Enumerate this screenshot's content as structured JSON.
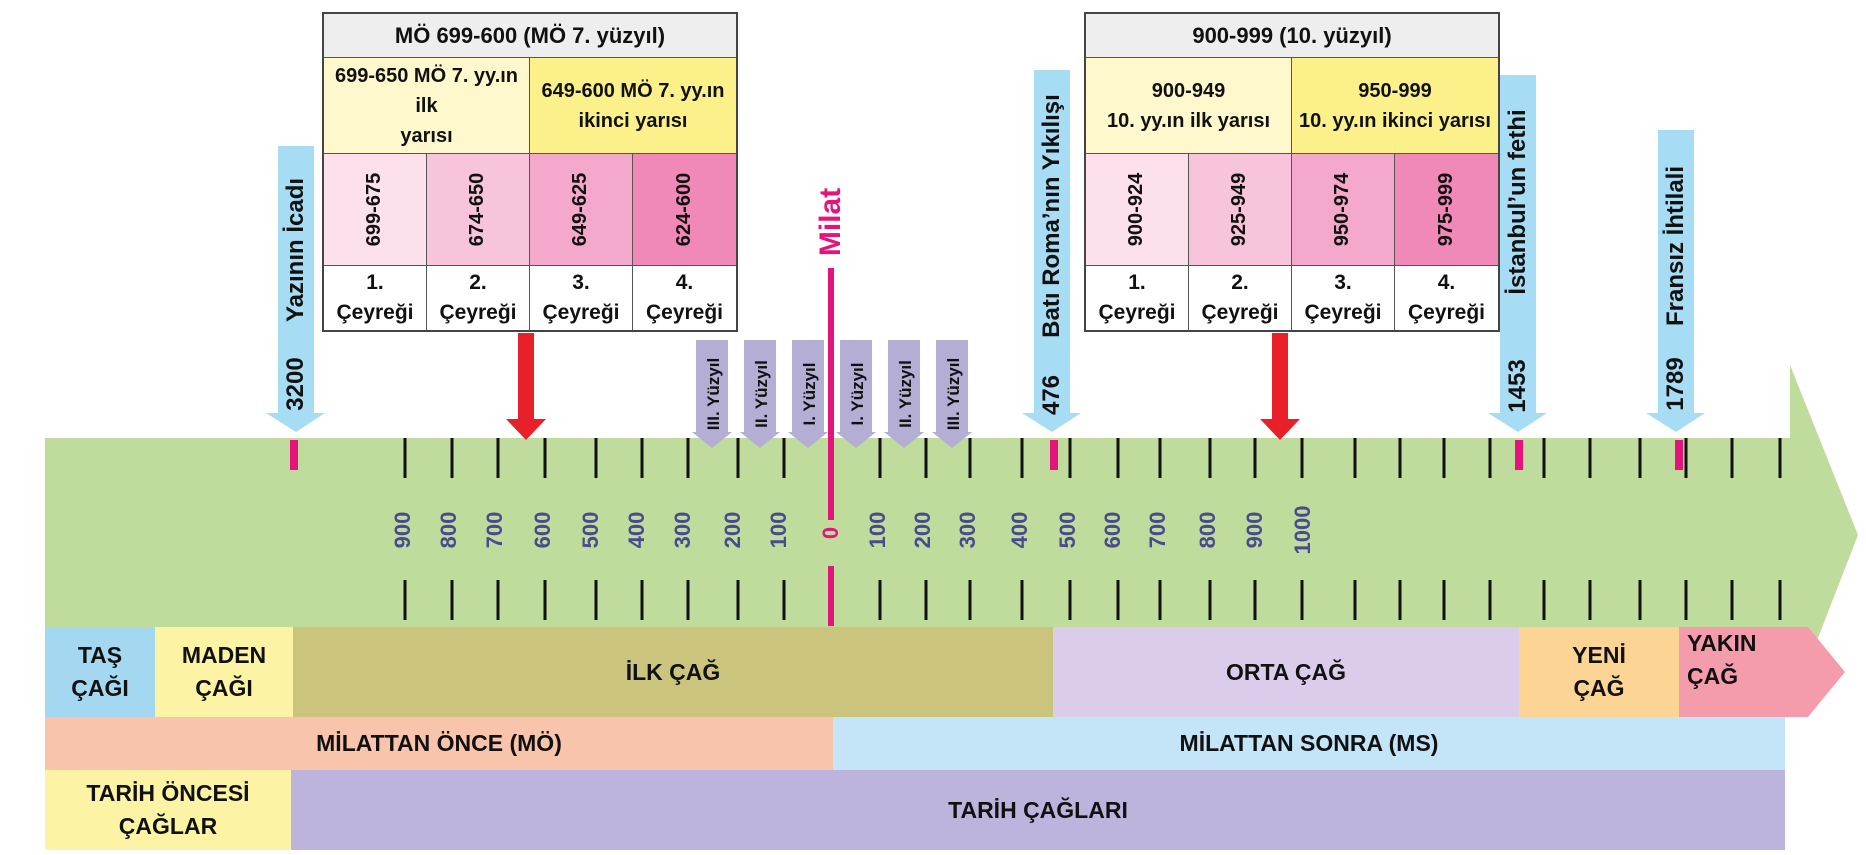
{
  "colors": {
    "timeline_green": "#c0dc9c",
    "milat": "#e4147c",
    "red_arrow": "#e8202a",
    "event_arrow": "#a6dcf4",
    "century_arrow": "#b5aed4",
    "axis_label": "#4a4a8e"
  },
  "milat_label": "Milat",
  "zero_label": "0",
  "bc_ticks": [
    "900",
    "800",
    "700",
    "600",
    "500",
    "400",
    "300",
    "200",
    "100"
  ],
  "ad_ticks": [
    "100",
    "200",
    "300",
    "400",
    "500",
    "600",
    "700",
    "800",
    "900",
    "1000"
  ],
  "century_markers": [
    "III. Yüzyıl",
    "II. Yüzyıl",
    "I. Yüzyıl",
    "I. Yüzyıl",
    "II. Yüzyıl",
    "III. Yüzyıl"
  ],
  "events": [
    {
      "year": "3200",
      "label": "Yazının İcadı"
    },
    {
      "year": "476",
      "label": "Batı Roma’nın Yıkılışı"
    },
    {
      "year": "1453",
      "label": "İstanbul’un fethi"
    },
    {
      "year": "1789",
      "label": "Fransız İhtilali"
    }
  ],
  "table_bc": {
    "title": "MÖ 699-600 (MÖ 7. yüzyıl)",
    "halves": [
      {
        "line1": "699-650 MÖ 7. yy.ın ilk",
        "line2": "yarısı"
      },
      {
        "line1": "649-600 MÖ 7. yy.ın",
        "line2": "ikinci yarısı"
      }
    ],
    "ranges": [
      "699-675",
      "674-650",
      "649-625",
      "624-600"
    ],
    "quarters": [
      {
        "num": "1.",
        "word": "Çeyreği"
      },
      {
        "num": "2.",
        "word": "Çeyreği"
      },
      {
        "num": "3.",
        "word": "Çeyreği"
      },
      {
        "num": "4.",
        "word": "Çeyreği"
      }
    ]
  },
  "table_ad": {
    "title": "900-999 (10. yüzyıl)",
    "halves": [
      {
        "line1": "900-949",
        "line2": "10. yy.ın ilk yarısı"
      },
      {
        "line1": "950-999",
        "line2": "10. yy.ın ikinci yarısı"
      }
    ],
    "ranges": [
      "900-924",
      "925-949",
      "950-974",
      "975-999"
    ],
    "quarters": [
      {
        "num": "1.",
        "word": "Çeyreği"
      },
      {
        "num": "2.",
        "word": "Çeyreği"
      },
      {
        "num": "3.",
        "word": "Çeyreği"
      },
      {
        "num": "4.",
        "word": "Çeyreği"
      }
    ]
  },
  "ages": [
    {
      "line1": "TAŞ",
      "line2": "ÇAĞI"
    },
    {
      "line1": "MADEN",
      "line2": "ÇAĞI"
    },
    {
      "line1": "İLK ÇAĞ",
      "line2": ""
    },
    {
      "line1": "ORTA ÇAĞ",
      "line2": ""
    },
    {
      "line1": "YENİ",
      "line2": "ÇAĞ"
    },
    {
      "line1": "YAKIN",
      "line2": "ÇAĞ"
    }
  ],
  "eras": {
    "bc": "MİLATTAN ÖNCE (MÖ)",
    "ad": "MİLATTAN SONRA (MS)"
  },
  "periods": {
    "prehistoric_line1": "TARİH ÖNCESİ",
    "prehistoric_line2": "ÇAĞLAR",
    "historic": "TARİH ÇAĞLARI"
  }
}
